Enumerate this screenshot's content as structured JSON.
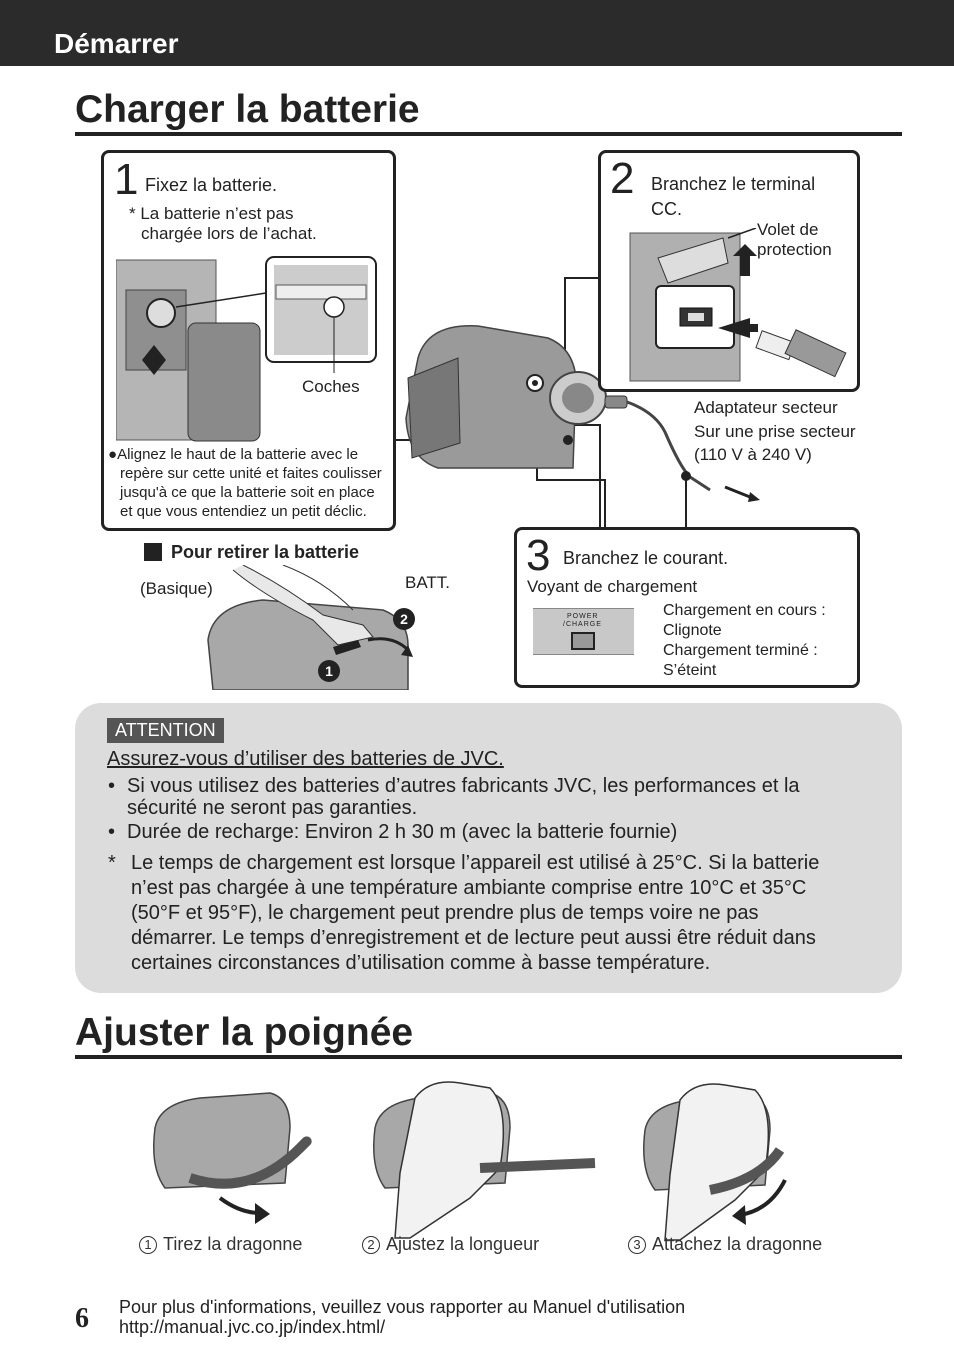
{
  "header": {
    "section": "Démarrer"
  },
  "charge": {
    "title": "Charger la batterie",
    "step1": {
      "num": "1",
      "title": "Fixez la batterie.",
      "note1": "* La batterie n’est pas",
      "note2": "chargée lors de l’achat.",
      "notches_label": "Coches",
      "instructions": [
        "Alignez le haut de la batterie avec le",
        "repère sur cette unité et faites coulisser",
        "jusqu'à ce que la batterie soit en place",
        "et que vous entendiez un petit déclic."
      ]
    },
    "step2": {
      "num": "2",
      "title1": "Branchez le terminal",
      "title2": "CC.",
      "cover1": "Volet de",
      "cover2": "protection"
    },
    "adapter": {
      "line1": "Adaptateur secteur",
      "line2": "Sur une prise secteur",
      "line3": "(110 V à 240 V)"
    },
    "remove": {
      "title": "Pour retirer la batterie",
      "basic": "(Basique)",
      "batt": "BATT.",
      "marker1": "1",
      "marker2": "2"
    },
    "step3": {
      "num": "3",
      "title": "Branchez le courant.",
      "lamp": "Voyant de chargement",
      "panel_label1": "POWER",
      "panel_label2": "/CHARGE",
      "status1": "Chargement en cours :",
      "status2": "Clignote",
      "status3": "Chargement terminé :",
      "status4": "S’éteint"
    }
  },
  "attention": {
    "badge": "ATTENTION",
    "headline": "Assurez-vous d’utiliser des batteries de JVC.",
    "bullet1a": "Si vous utilisez des batteries d’autres fabricants JVC, les performances et la",
    "bullet1b": "sécurité ne seront pas garanties.",
    "bullet2": "Durée de recharge: Environ 2 h 30 m (avec la batterie fournie)",
    "note": [
      "Le temps de chargement est lorsque l’appareil est utilisé à 25°C. Si la batterie",
      "n’est pas chargée à une température ambiante comprise entre 10°C et 35°C",
      "(50°F et 95°F), le chargement peut prendre plus de temps voire ne pas",
      "démarrer. Le temps d’enregistrement et de lecture peut aussi être réduit dans",
      "certaines circonstances d’utilisation comme à basse température."
    ]
  },
  "grip": {
    "title": "Ajuster la poignée",
    "steps": [
      {
        "num": "1",
        "label": "Tirez la dragonne"
      },
      {
        "num": "2",
        "label": "Ajustez la longueur"
      },
      {
        "num": "3",
        "label": "Attachez la dragonne"
      }
    ]
  },
  "footer": {
    "page": "6",
    "line1": "Pour plus d'informations, veuillez vous rapporter au Manuel d'utilisation",
    "line2": "http://manual.jvc.co.jp/index.html/"
  }
}
